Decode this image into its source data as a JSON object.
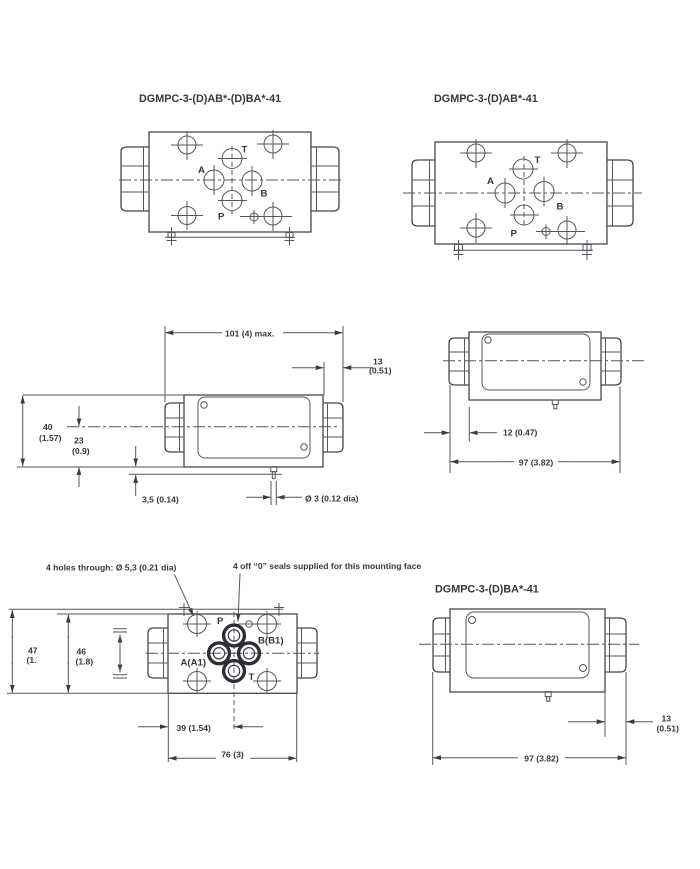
{
  "views": {
    "plan_ab_ba": {
      "title": "DGMPC-3-(D)AB*-(D)BA*-41",
      "ports": {
        "t": "T",
        "a": "A",
        "b": "B",
        "p": "P"
      }
    },
    "plan_ab": {
      "title": "DGMPC-3-(D)AB*-41",
      "ports": {
        "t": "T",
        "a": "A",
        "b": "B",
        "p": "P"
      }
    },
    "side_main": {
      "dims": {
        "length_max": "101 (4) max.",
        "end13_mm": "13",
        "end13_in": "(0.51)",
        "height_mm": "40",
        "height_in": "(1.57)",
        "center_mm": "23",
        "center_in": "(0.9)",
        "pin_offset": "3,5 (0.14)",
        "pin_dia": "Ø 3 (0.12 dia)"
      }
    },
    "side_small": {
      "dims": {
        "nut12": "12 (0.47)",
        "len97": "97 (3.82)"
      }
    },
    "mount_face": {
      "note_holes": "4 holes through: Ø 5,3 (0.21 dia)",
      "note_seals": "4 off “0” seals supplied for this mounting face",
      "ports": {
        "p": "P",
        "b": "B(B1)",
        "a": "A(A1)",
        "t": "T"
      },
      "dims": {
        "h47_mm": "47",
        "h47_in": "(1.",
        "h46_mm": "46",
        "h46_in": "(1.8)",
        "w39": "39 (1.54)",
        "w76": "76 (3)"
      }
    },
    "side_ba": {
      "title": "DGMPC-3-(D)BA*-41",
      "dims": {
        "end13_mm": "13",
        "end13_in": "(0.51)",
        "len97": "97 (3.82)"
      }
    }
  },
  "style": {
    "ink": "#35373c",
    "line": "#54575d",
    "seal_ring": "#2c2e33"
  }
}
